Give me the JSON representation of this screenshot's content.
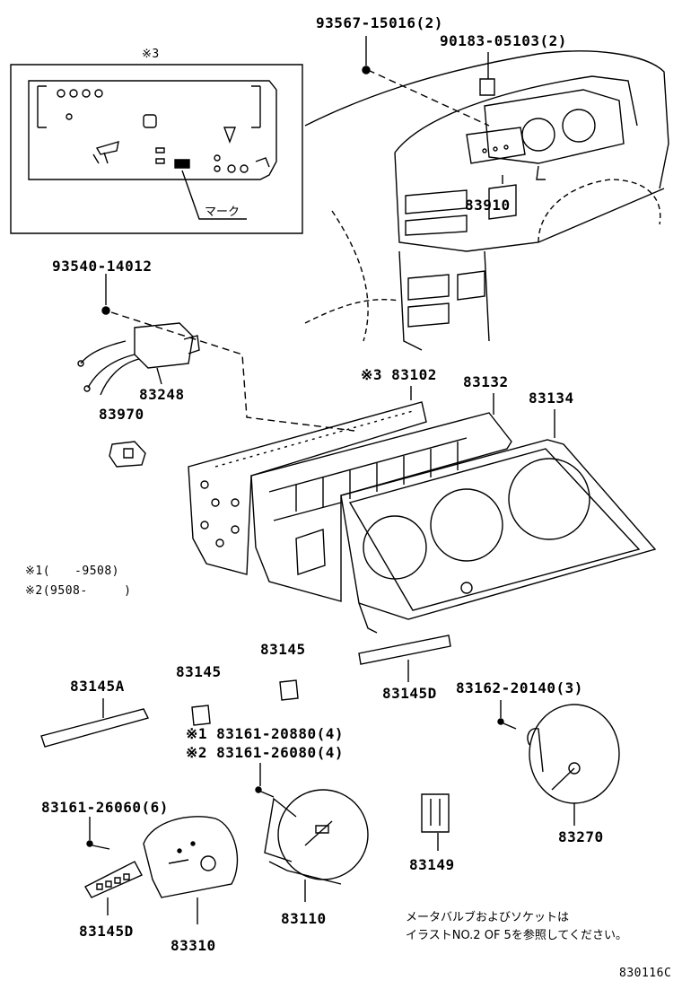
{
  "inset": {
    "note_mark": "※3",
    "mark_label": "マーク"
  },
  "parts": {
    "p93567": "93567-15016(2)",
    "p90183": "90183-05103(2)",
    "p83910": "83910",
    "p93540": "93540-14012",
    "p83248": "83248",
    "p83970": "83970",
    "p83102": "※3 83102",
    "p83132": "83132",
    "p83134": "83134",
    "p83145_a": "83145",
    "p83145A": "83145A",
    "p83145_b": "83145",
    "p83145D_top": "83145D",
    "p83162": "83162-20140(3)",
    "p83161_20880": "※1 83161-20880(4)",
    "p83161_26080": "※2 83161-26080(4)",
    "p83161_26060": "83161-26060(6)",
    "p83270": "83270",
    "p83149": "83149",
    "p83110": "83110",
    "p83145D_bottom": "83145D",
    "p83310": "83310"
  },
  "notes": {
    "note1": "※1(　　-9508)",
    "note2": "※2(9508-　　　)",
    "bulb_line1": "メータバルブおよびソケットは",
    "bulb_line2": "イラストNO.2 OF 5を参照してください。"
  },
  "figure_code": "830116C"
}
